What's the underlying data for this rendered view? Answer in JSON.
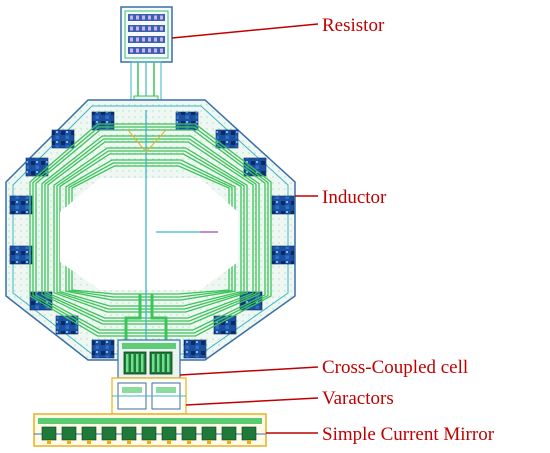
{
  "labels": {
    "resistor": "Resistor",
    "inductor": "Inductor",
    "cross_coupled": "Cross-Coupled cell",
    "varactors": "Varactors",
    "current_mirror": "Simple Current Mirror"
  },
  "colors": {
    "label_text": "#c00000",
    "leader_line": "#c00000",
    "metal_green": "#3cc35a",
    "metal_cyan": "#3fb6c8",
    "guard_ring": "#3a6fa8",
    "pad_dark": "#10306e",
    "substrate_fill": "#eaf4ee",
    "via_yellow": "#e8b020"
  }
}
